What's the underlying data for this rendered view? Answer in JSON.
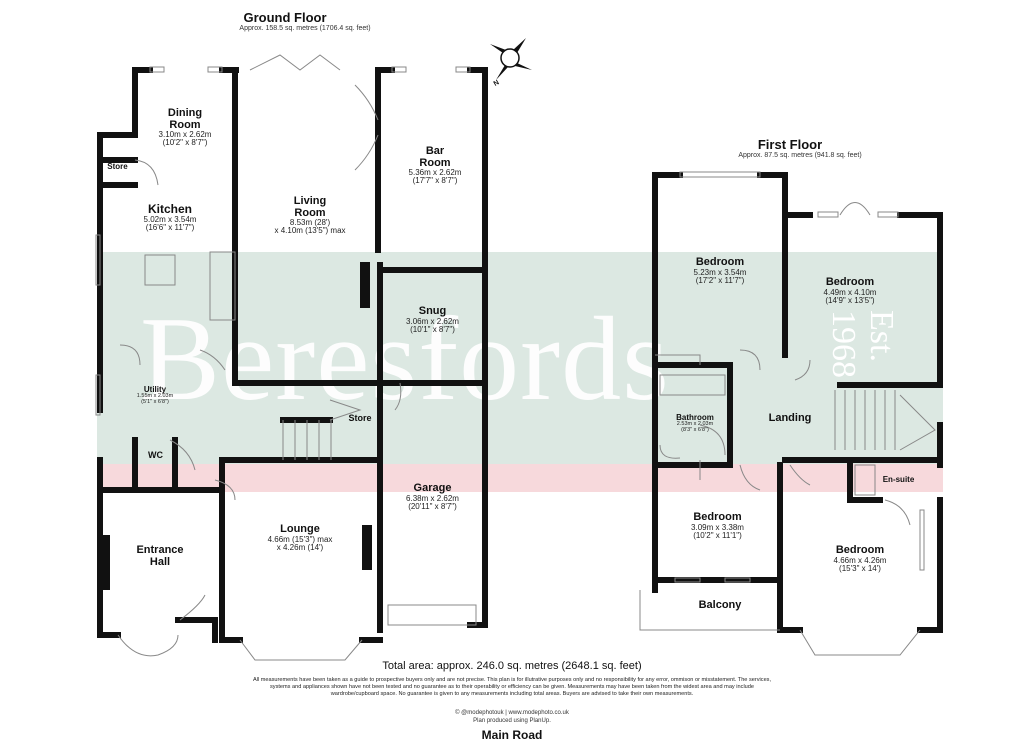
{
  "ground_floor": {
    "title": "Ground Floor",
    "area": "Approx. 158.5 sq. metres (1706.4 sq. feet)",
    "rooms": [
      {
        "name": "Dining Room",
        "line1": "Dining",
        "line2": "Room",
        "metric": "3.10m x 2.62m",
        "imperial": "(10'2\" x 8'7\")"
      },
      {
        "name": "Store",
        "line1": "Store"
      },
      {
        "name": "Kitchen",
        "line1": "Kitchen",
        "metric": "5.02m x 3.54m",
        "imperial": "(16'6\" x 11'7\")"
      },
      {
        "name": "Living Room",
        "line1": "Living",
        "line2": "Room",
        "metric": "8.53m (28')",
        "imperial": "x 4.10m (13'5\") max"
      },
      {
        "name": "Bar Room",
        "line1": "Bar",
        "line2": "Room",
        "metric": "5.36m x 2.62m",
        "imperial": "(17'7\" x 8'7\")"
      },
      {
        "name": "Snug",
        "line1": "Snug",
        "metric": "3.06m x 2.62m",
        "imperial": "(10'1\" x 8'7\")"
      },
      {
        "name": "Utility",
        "line1": "Utility",
        "metric": "1.55m x 2.03m",
        "imperial": "(5'1\" x 6'8\")"
      },
      {
        "name": "Store",
        "line1": "Store"
      },
      {
        "name": "WC",
        "line1": "WC"
      },
      {
        "name": "Entrance Hall",
        "line1": "Entrance",
        "line2": "Hall"
      },
      {
        "name": "Lounge",
        "line1": "Lounge",
        "metric": "4.66m (15'3\") max",
        "imperial": "x 4.26m (14')"
      },
      {
        "name": "Garage",
        "line1": "Garage",
        "metric": "6.38m x 2.62m",
        "imperial": "(20'11\" x 8'7\")"
      }
    ]
  },
  "first_floor": {
    "title": "First Floor",
    "area": "Approx. 87.5 sq. metres (941.8 sq. feet)",
    "rooms": [
      {
        "name": "Bedroom",
        "line1": "Bedroom",
        "metric": "5.23m x 3.54m",
        "imperial": "(17'2\" x 11'7\")"
      },
      {
        "name": "Bedroom",
        "line1": "Bedroom",
        "metric": "4.49m x 4.10m",
        "imperial": "(14'9\" x 13'5\")"
      },
      {
        "name": "Bathroom",
        "line1": "Bathroom",
        "metric": "2.53m x 2.03m",
        "imperial": "(8'3\" x 6'8\")"
      },
      {
        "name": "Landing",
        "line1": "Landing"
      },
      {
        "name": "En-suite",
        "line1": "En-suite"
      },
      {
        "name": "Bedroom",
        "line1": "Bedroom",
        "metric": "3.09m x 3.38m",
        "imperial": "(10'2\" x 11'1\")"
      },
      {
        "name": "Bedroom",
        "line1": "Bedroom",
        "metric": "4.66m x 4.26m",
        "imperial": "(15'3\" x 14')"
      },
      {
        "name": "Balcony",
        "line1": "Balcony"
      }
    ]
  },
  "watermark": {
    "brand": "Beresfords",
    "est": "Est. 1968"
  },
  "compass": {
    "label": "N"
  },
  "footer": {
    "total": "Total area: approx. 246.0 sq. metres (2648.1 sq. feet)",
    "disclaimer_1": "All measurements have been taken as a guide to prospective buyers only and are not precise. This plan is for illutrative purposes only and no responsibility for any error, ommison or misstatement. The services,",
    "disclaimer_2": "systems and appliances shown have not been tested and no guarantee as to their operability or efficiency can be given. Measurements may have been taken from the widest area and may include",
    "disclaimer_3": "wardrobe/cupboard space. No guarantee is given to any measurements including total areas. Buyers are advised to take their own measurements.",
    "credit_1": "© @modephotouk | www.modephoto.co.uk",
    "credit_2": "Plan produced using PlanUp.",
    "road": "Main Road"
  },
  "colors": {
    "wall": "#111111",
    "watermark_band": "#dce8e2",
    "pink_band": "#f7d9dc",
    "line": "#888888"
  }
}
